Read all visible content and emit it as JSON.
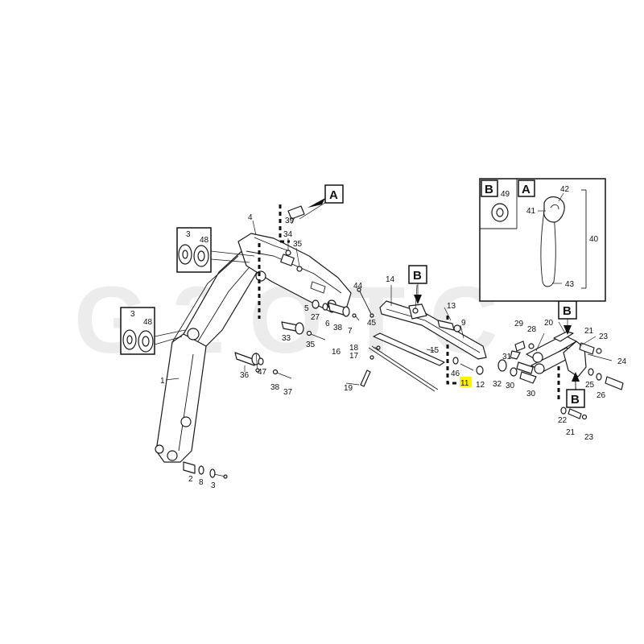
{
  "watermark": "G2OTC",
  "colors": {
    "line": "#1a1a1a",
    "highlight": "#fff200",
    "watermark": "#ececec"
  },
  "highlighted_part": "11",
  "box_letters": {
    "a": "A",
    "b": "B"
  },
  "callouts": {
    "c1": "1",
    "c2": "2",
    "c3": "3",
    "c3b": "3",
    "c3c": "3",
    "c4": "4",
    "c5": "5",
    "c6": "6",
    "c7": "7",
    "c8": "8",
    "c9": "9",
    "c11": "11",
    "c12": "12",
    "c13": "13",
    "c14": "14",
    "c15": "15",
    "c16": "16",
    "c17": "17",
    "c18": "18",
    "c19": "19",
    "c20": "20",
    "c21": "21",
    "c21b": "21",
    "c22": "22",
    "c23": "23",
    "c23b": "23",
    "c24": "24",
    "c25": "25",
    "c26": "26",
    "c27": "27",
    "c28": "28",
    "c29": "29",
    "c30": "30",
    "c30b": "30",
    "c31": "31",
    "c32": "32",
    "c33": "33",
    "c34": "34",
    "c35": "35",
    "c35b": "35",
    "c36": "36",
    "c37": "37",
    "c38": "38",
    "c38b": "38",
    "c39": "39",
    "c40": "40",
    "c41": "41",
    "c42": "42",
    "c43": "43",
    "c44": "44",
    "c45": "45",
    "c46": "46",
    "c47": "47",
    "c48": "48",
    "c48b": "48",
    "c49": "49"
  }
}
